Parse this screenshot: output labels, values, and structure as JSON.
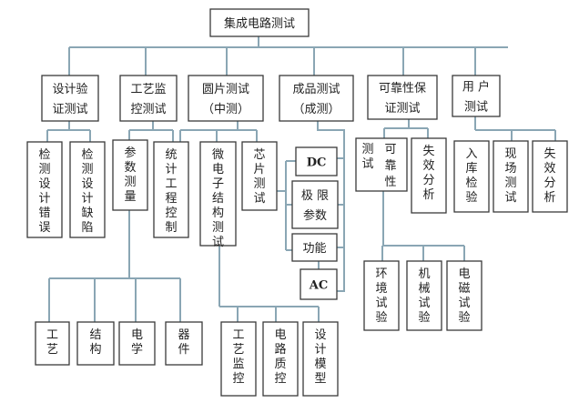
{
  "title": "集成电路测试",
  "colors": {
    "connector": "#8aa6b4",
    "box_border": "#3a3a3a",
    "text": "#222222"
  },
  "nodes": {
    "root": {
      "label": "集成电路测试",
      "lines": [
        "集成电路测试"
      ]
    },
    "design_verify": {
      "label": "设计验证测试",
      "lines": [
        "设计验",
        "证测试"
      ]
    },
    "process_monitor": {
      "label": "工艺监控测试",
      "lines": [
        "工艺监",
        "控测试"
      ]
    },
    "wafer_test": {
      "label": "圆片测试（中测）",
      "lines": [
        "圆片测试",
        "（中测）"
      ]
    },
    "final_test": {
      "label": "成品测试（成测）",
      "lines": [
        "成品测试",
        "（成测）"
      ]
    },
    "reliability": {
      "label": "可靠性保证测试",
      "lines": [
        "可靠性保",
        "证测试"
      ]
    },
    "user_test": {
      "label": "用户测试",
      "lines": [
        "用 户",
        "测试"
      ]
    },
    "detect_design_error": {
      "label": "检测设计错误",
      "vertical": "检测设计错误"
    },
    "detect_design_defect": {
      "label": "检测设计缺陷",
      "vertical": "检测设计缺陷"
    },
    "param_measure": {
      "label": "参数测量",
      "vertical": "参数测量"
    },
    "stat_process_control": {
      "label": "统计工程控制",
      "vertical": "统计工程控制"
    },
    "micro_structure_test": {
      "label": "微电子结构测试",
      "vertical": "微电子结构测试"
    },
    "chip_test": {
      "label": "芯片测试",
      "vertical": "芯片测试"
    },
    "dc": {
      "label": "DC"
    },
    "limit_params": {
      "label": "极限参数",
      "lines": [
        "极 限",
        "参数"
      ]
    },
    "function": {
      "label": "功能"
    },
    "ac": {
      "label": "AC"
    },
    "reliability_test": {
      "label": "可靠性测试",
      "left": "测试",
      "right": "可靠性"
    },
    "failure_analysis_1": {
      "label": "失效分析",
      "vertical": "失效分析"
    },
    "incoming_inspection": {
      "label": "入库检验",
      "vertical": "入库检验"
    },
    "field_test": {
      "label": "现场测试",
      "vertical": "现场测试"
    },
    "failure_analysis_2": {
      "label": "失效分析",
      "vertical": "失效分析"
    },
    "craft": {
      "label": "工艺",
      "vertical": "工艺"
    },
    "structure": {
      "label": "结构",
      "vertical": "结构"
    },
    "electrical": {
      "label": "电学",
      "vertical": "电学"
    },
    "device": {
      "label": "器件",
      "vertical": "器件"
    },
    "process_control": {
      "label": "工艺监控",
      "vertical": "工艺监控"
    },
    "circuit_qc": {
      "label": "电路质控",
      "vertical": "电路质控"
    },
    "design_model": {
      "label": "设计模型",
      "vertical": "设计模型"
    },
    "env_test": {
      "label": "环境试验",
      "vertical": "环境试验"
    },
    "mech_test": {
      "label": "机械试验",
      "vertical": "机械试验"
    },
    "emag_test": {
      "label": "电磁试验",
      "vertical": "电磁试验"
    }
  }
}
